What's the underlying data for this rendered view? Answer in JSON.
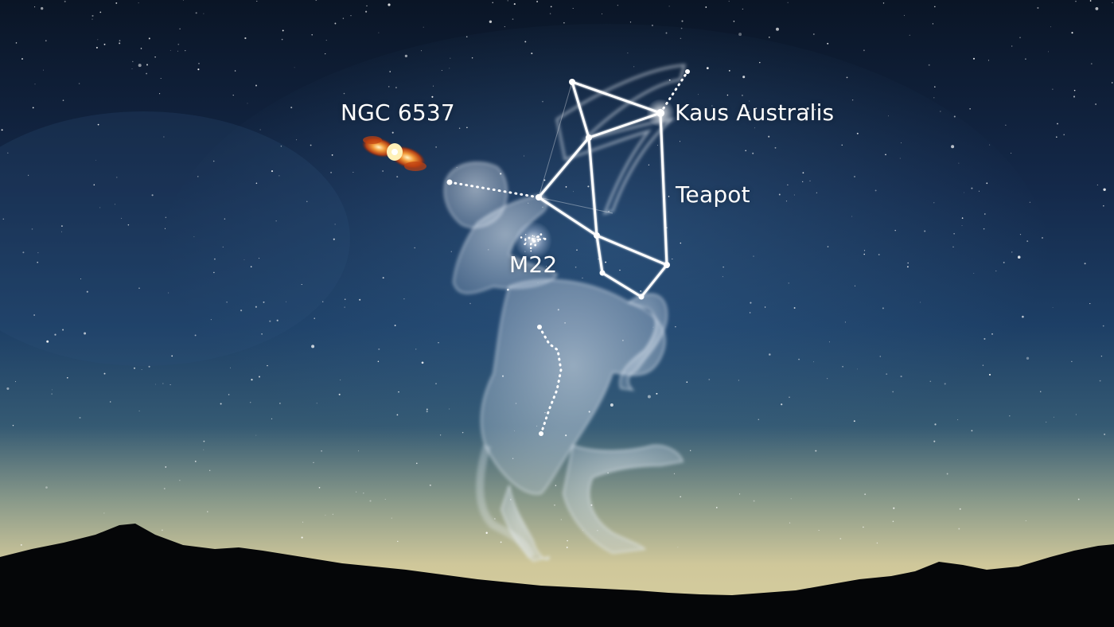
{
  "labels": {
    "nebula": "NGC 6537",
    "star": "Kaus Australis",
    "asterism": "Teapot",
    "cluster": "M22"
  },
  "colors": {
    "sky_top": "#0a1526",
    "sky_mid": "#1d3f66",
    "horizon_glow": "#cfc79a",
    "mountains": "#050608",
    "constellation_line": "#ffffff",
    "figure": "#dfe8f4",
    "nebula": "#e2621f"
  },
  "icons": {
    "figure": "centaur-archer-silhouette",
    "nebula": "planetary-nebula",
    "cluster": "globular-cluster"
  }
}
